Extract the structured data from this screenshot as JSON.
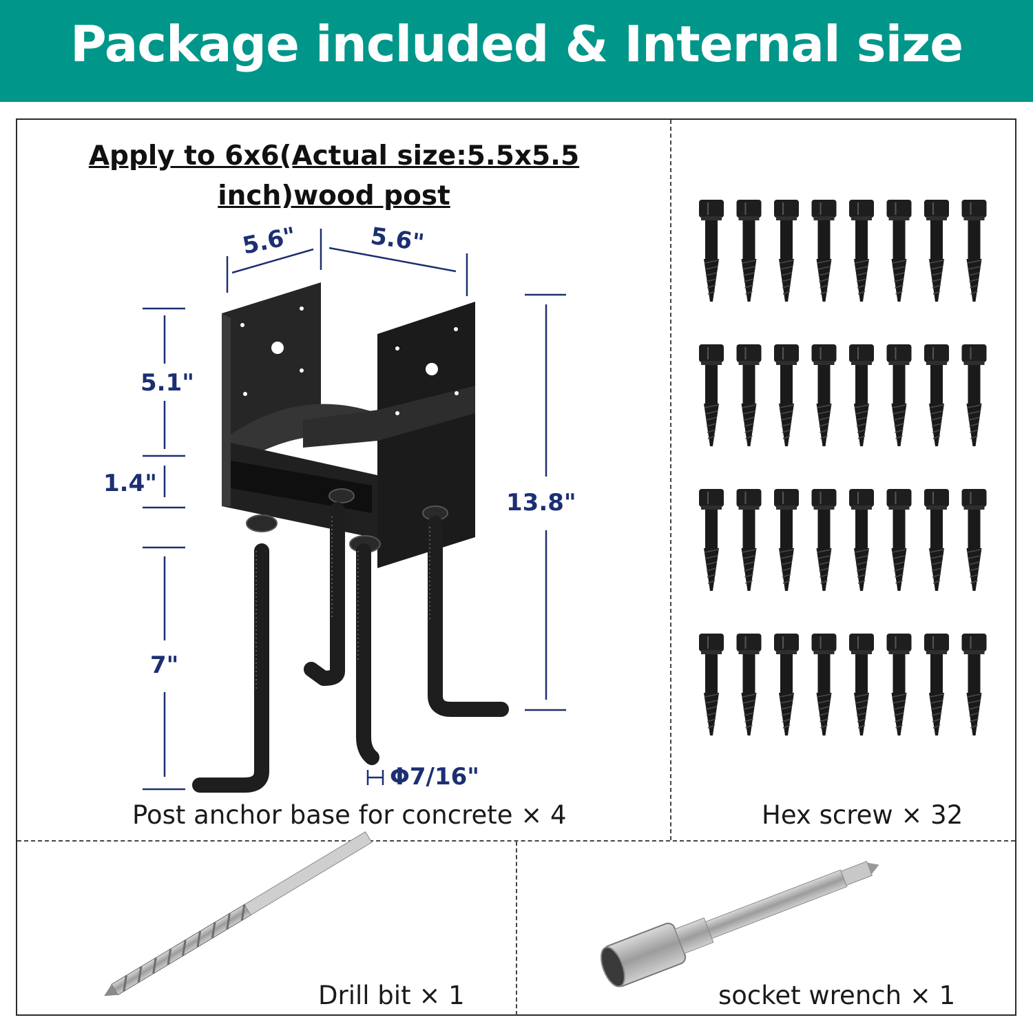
{
  "header": {
    "title": "Package included & Internal size"
  },
  "anchor_panel": {
    "title": "Apply to 6x6(Actual size:5.5x5.5 inch)wood post",
    "dimensions": {
      "width_left": "5.6\"",
      "width_right": "5.6\"",
      "bracket_height": "5.1\"",
      "base_height": "1.4\"",
      "bolt_length": "7\"",
      "total_height": "13.8\"",
      "bolt_diameter": "Φ7/16\""
    },
    "caption": "Post anchor base for concrete × 4"
  },
  "screw_panel": {
    "caption": "Hex screw × 32",
    "count": 32,
    "rows": 4,
    "columns": 8
  },
  "drill_panel": {
    "caption": "Drill bit × 1"
  },
  "wrench_panel": {
    "caption": "socket wrench × 1"
  },
  "colors": {
    "banner": "#00968a",
    "dimension_text": "#1c2f72",
    "product": "#1e1e1e"
  }
}
